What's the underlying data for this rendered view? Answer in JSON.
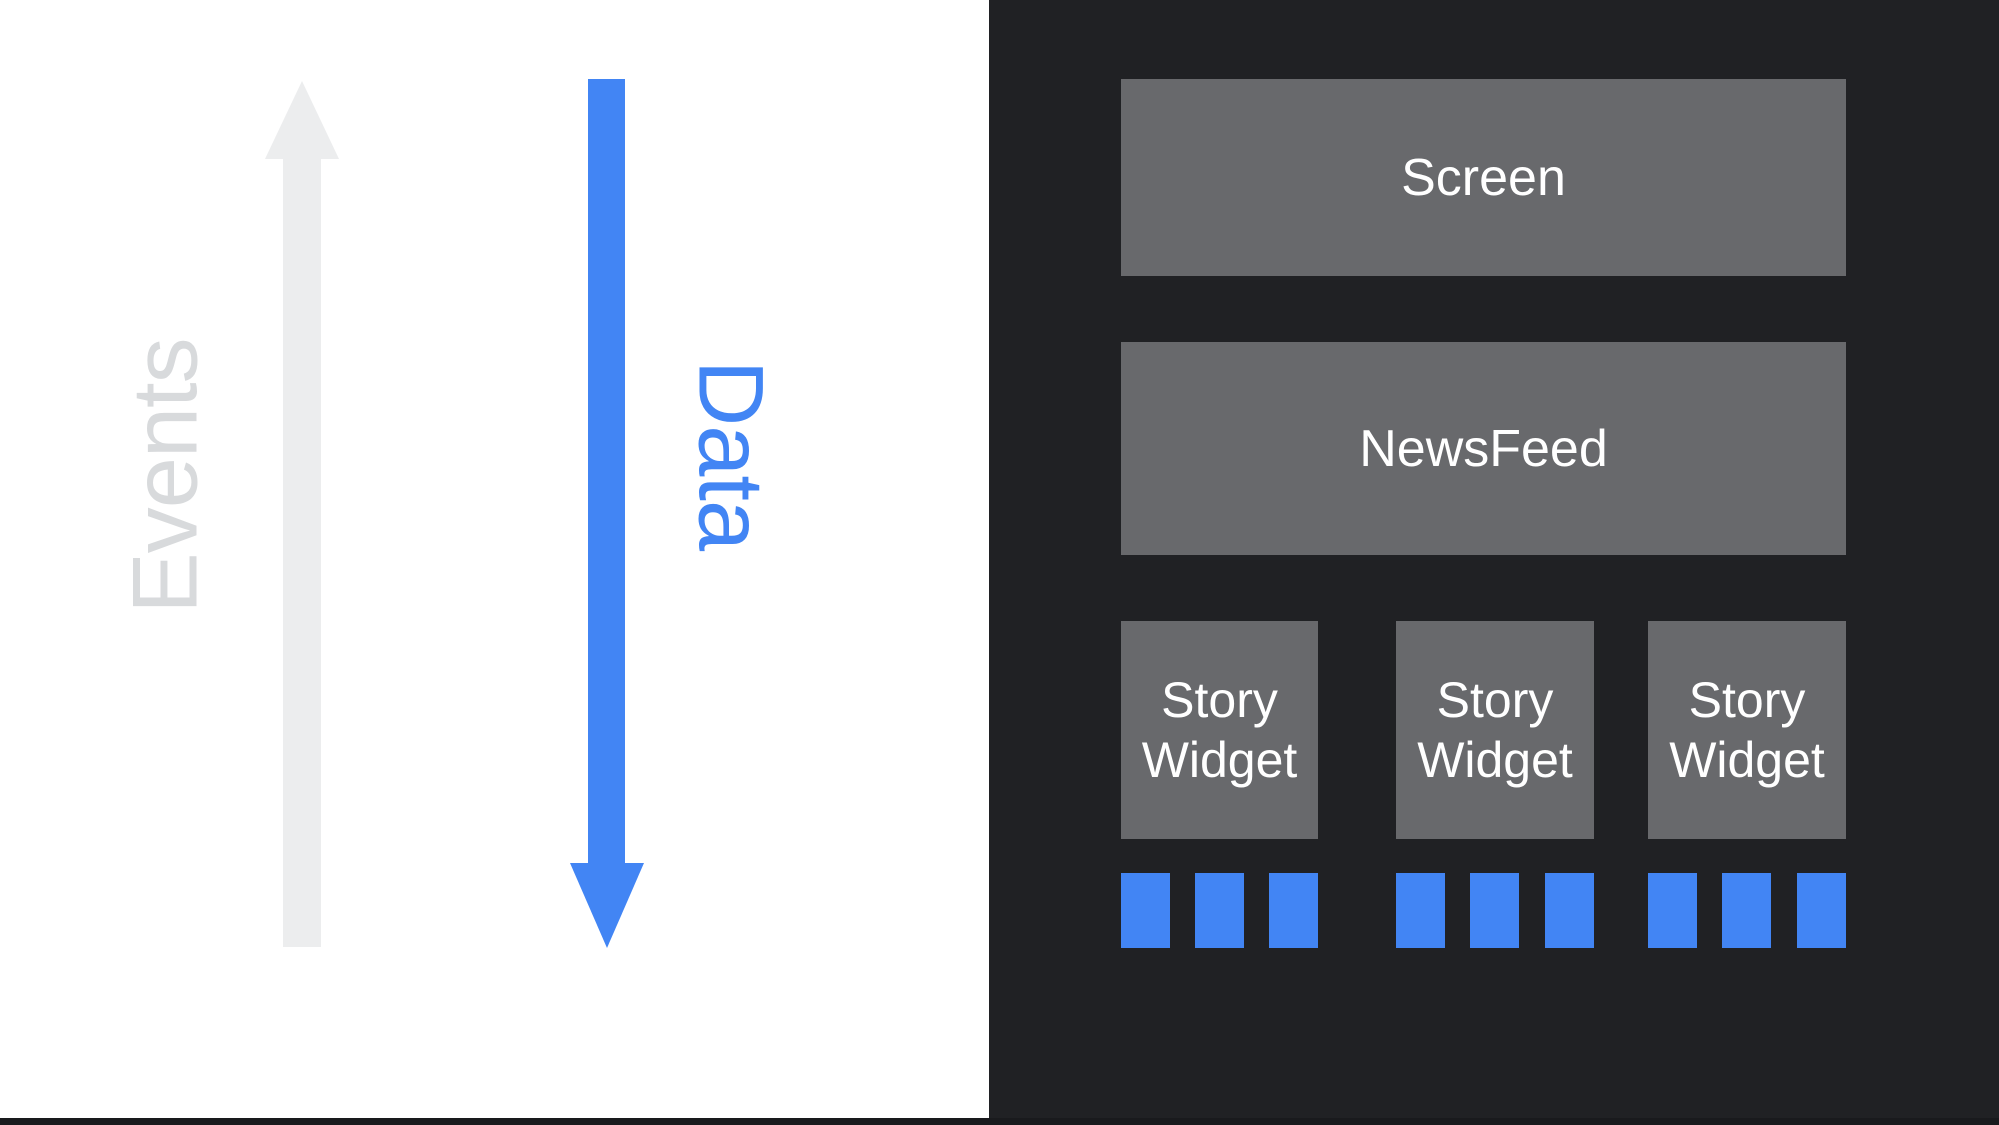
{
  "slide": {
    "left_flow": {
      "events_label": "Events",
      "data_label": "Data",
      "events_arrow_direction": "up",
      "data_arrow_direction": "down"
    },
    "widget_tree": {
      "screen_label": "Screen",
      "newsfeed_label": "NewsFeed",
      "story_widgets": [
        {
          "label": "Story Widget",
          "state_blocks": 3
        },
        {
          "label": "Story Widget",
          "state_blocks": 3
        },
        {
          "label": "Story Widget",
          "state_blocks": 3
        }
      ]
    }
  },
  "colors": {
    "page_bg": "#FFFFFF",
    "panel_bg": "#202124",
    "box_gray": "#68696C",
    "text_white": "#FFFFFF",
    "accent_blue": "#4285F4",
    "arrow_light_gray": "#ECEDEE",
    "events_text_gray": "#D8DADC",
    "bottom_strip": "#191A1D"
  }
}
